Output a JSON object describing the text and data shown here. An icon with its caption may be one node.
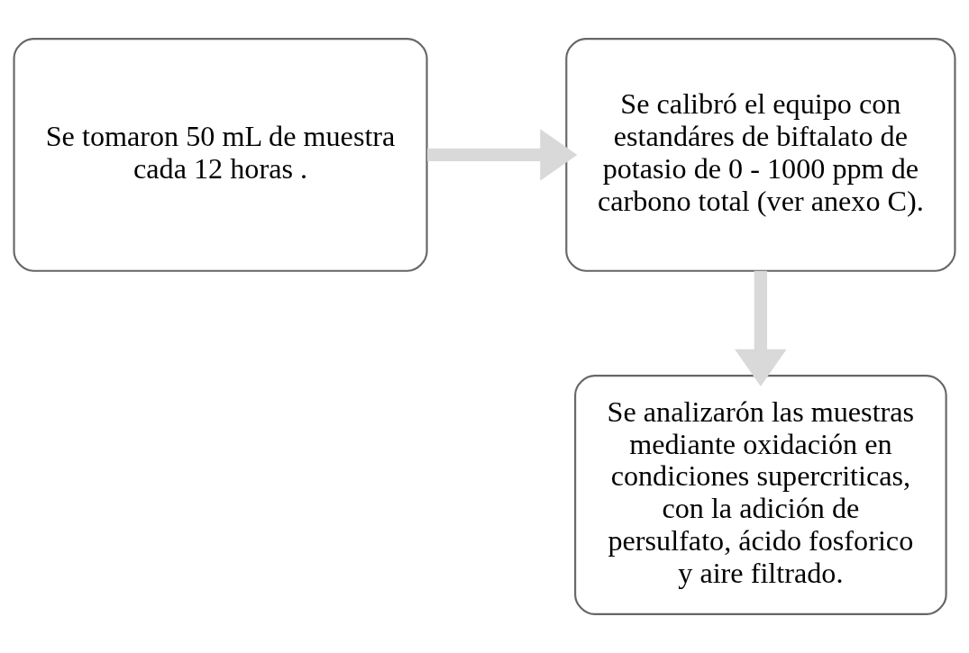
{
  "diagram": {
    "nodes": [
      {
        "text": [
          "Se tomaron 50 mL de muestra cada 12 horas ."
        ]
      },
      {
        "text": [
          "Se calibró el equipo con estandáres de biftalato de potasio de 0 - 1000 ppm de carbono total (ver anexo C)."
        ]
      },
      {
        "text": [
          "Se analizarón las muestras mediante oxidación en condiciones supercriticas, con la adición de persulfato, ácido fosforico y aire filtrado."
        ]
      }
    ],
    "edges": [
      {
        "from": 0,
        "to": 1,
        "arrow": "to"
      },
      {
        "from": 1,
        "to": 2,
        "arrow": "to"
      }
    ]
  }
}
